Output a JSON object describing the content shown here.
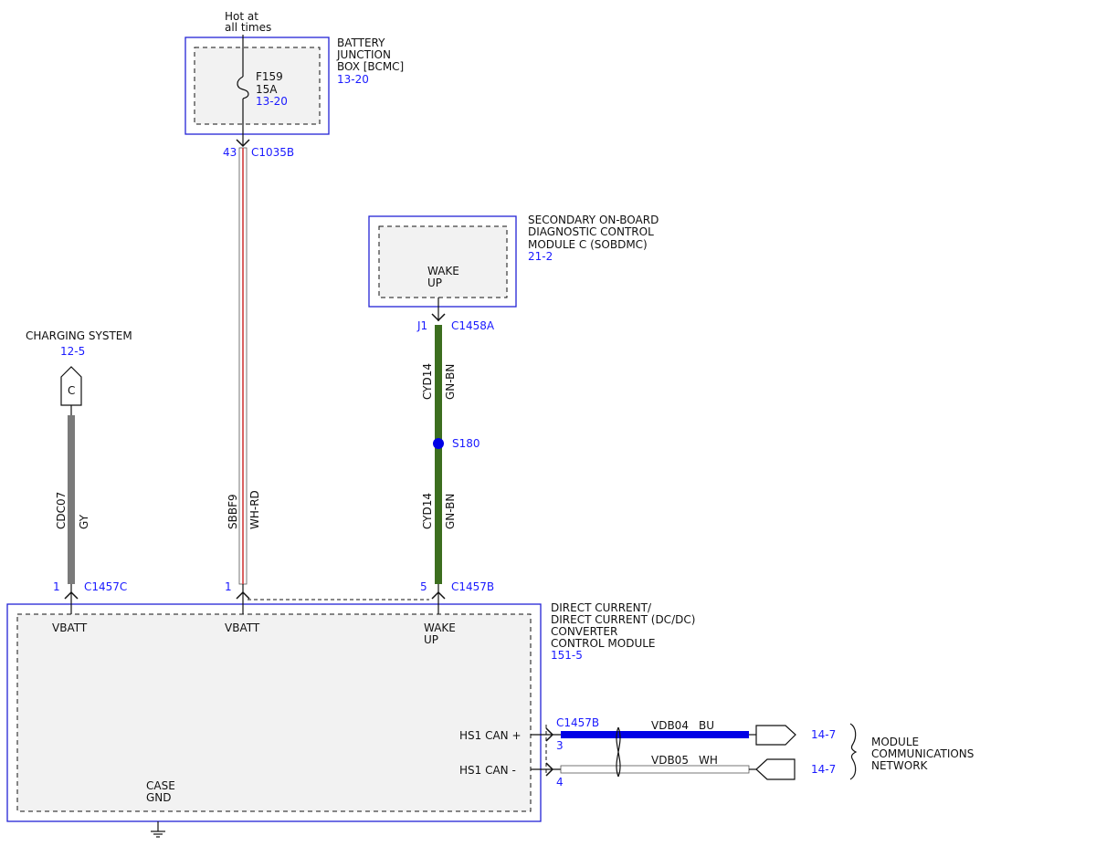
{
  "colors": {
    "module_border": "#2323d6",
    "reference_text": "#1a1aff",
    "wire_gray": "#7a7a7a",
    "wire_white": "#ffffff",
    "wire_red": "#d13b3b",
    "wire_green": "#3c6e1f",
    "wire_blue": "#0000e6",
    "splice_dot": "#0000e6"
  },
  "power_source": {
    "line1": "Hot at",
    "line2": "all times"
  },
  "bjb": {
    "name_line1": "BATTERY",
    "name_line2": "JUNCTION",
    "name_line3": "BOX [BCMC]",
    "ref": "13-20",
    "fuse_name": "F159",
    "fuse_rating": "15A",
    "fuse_ref": "13-20",
    "pin": "43",
    "connector": "C1035B"
  },
  "sobdmc": {
    "name_line1": "SECONDARY ON-BOARD",
    "name_line2": "DIAGNOSTIC CONTROL",
    "name_line3": "MODULE C (SOBDMC)",
    "ref": "21-2",
    "pin_label_line1": "WAKE",
    "pin_label_line2": "UP",
    "pin": "J1",
    "connector": "C1458A"
  },
  "charging": {
    "name": "CHARGING SYSTEM",
    "ref": "12-5",
    "flag": "C"
  },
  "wires": {
    "w1_circuit": "CDC07",
    "w1_color": "GY",
    "w2_circuit": "SBBF9",
    "w2_color": "WH-RD",
    "w3_upper_circuit": "CYD14",
    "w3_upper_color": "GN-BN",
    "w3_lower_circuit": "CYD14",
    "w3_lower_color": "GN-BN",
    "w4_circuit": "VDB04",
    "w4_color": "BU",
    "w5_circuit": "VDB05",
    "w5_color": "WH"
  },
  "splice": {
    "name": "S180"
  },
  "dcdc": {
    "name_line1": "DIRECT CURRENT/",
    "name_line2": "DIRECT CURRENT (DC/DC)",
    "name_line3": "CONVERTER",
    "name_line4": "CONTROL MODULE",
    "ref": "151-5",
    "pin_vbatt_1": "VBATT",
    "pin_vbatt_2": "VBATT",
    "pin_wake_line1": "WAKE",
    "pin_wake_line2": "UP",
    "pin_can_hi": "HS1 CAN +",
    "pin_can_lo": "HS1 CAN -",
    "case_gnd_line1": "CASE",
    "case_gnd_line2": "GND",
    "c1_pin": "1",
    "c1_connector": "C1457C",
    "c2_pin": "1",
    "c3_pin": "5",
    "c3_connector": "C1457B",
    "can_connector": "C1457B",
    "can_hi_pin": "3",
    "can_lo_pin": "4"
  },
  "network": {
    "name_line1": "MODULE",
    "name_line2": "COMMUNICATIONS",
    "name_line3": "NETWORK",
    "ref_hi": "14-7",
    "ref_lo": "14-7"
  }
}
